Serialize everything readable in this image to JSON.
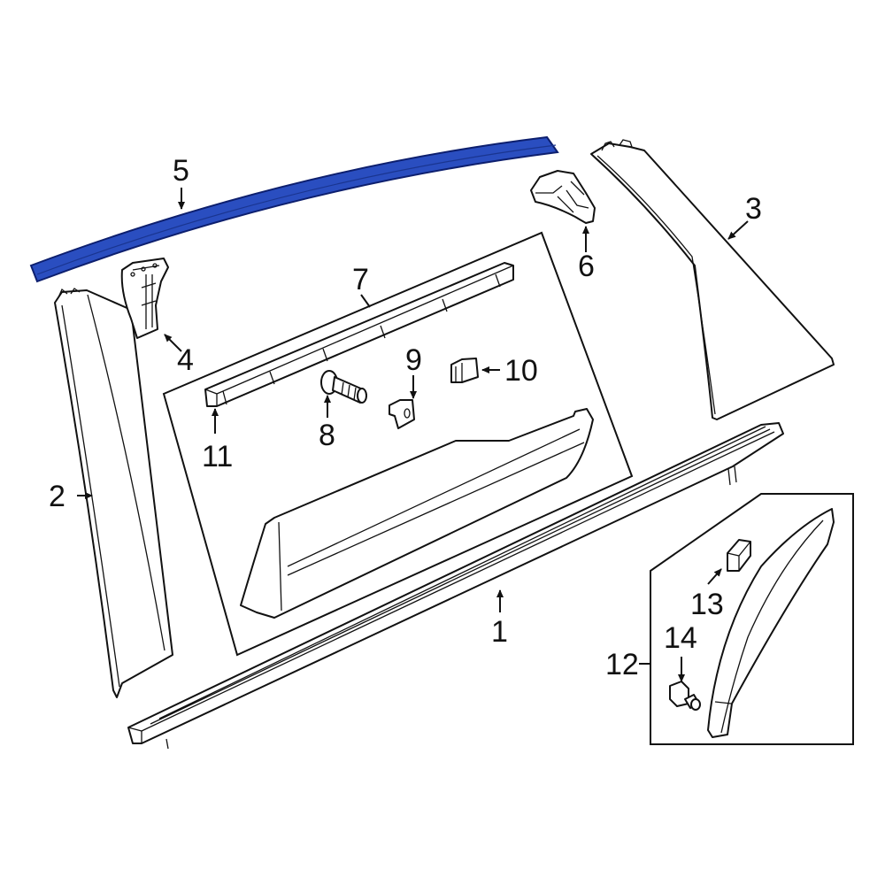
{
  "diagram": {
    "type": "exploded parts diagram",
    "highlight_color": "#2a4ec0",
    "line_color": "#111111",
    "background": "#ffffff",
    "callouts": [
      {
        "id": "1",
        "label": "1",
        "part": "rocker molding"
      },
      {
        "id": "2",
        "label": "2",
        "part": "front pillar applique"
      },
      {
        "id": "3",
        "label": "3",
        "part": "rear pillar applique"
      },
      {
        "id": "4",
        "label": "4",
        "part": "applique bracket"
      },
      {
        "id": "5",
        "label": "5",
        "part": "roof / belt molding (highlighted)",
        "highlighted": true
      },
      {
        "id": "6",
        "label": "6",
        "part": "end cap bracket"
      },
      {
        "id": "7",
        "label": "7",
        "part": "door molding kit"
      },
      {
        "id": "8",
        "label": "8",
        "part": "stud"
      },
      {
        "id": "9",
        "label": "9",
        "part": "retainer clip"
      },
      {
        "id": "10",
        "label": "10",
        "part": "clip"
      },
      {
        "id": "11",
        "label": "11",
        "part": "belt molding"
      },
      {
        "id": "12",
        "label": "12",
        "part": "wheel opening molding kit"
      },
      {
        "id": "13",
        "label": "13",
        "part": "clip"
      },
      {
        "id": "14",
        "label": "14",
        "part": "fastener"
      }
    ]
  }
}
